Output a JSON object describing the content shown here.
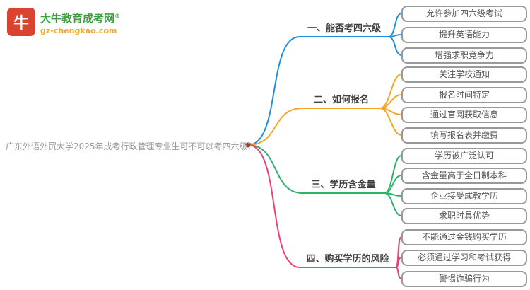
{
  "page": {
    "background": "#ffffff"
  },
  "logo": {
    "icon_label": "牛",
    "icon_color": "#d9432f",
    "brand": "大牛教育成考网",
    "registered_mark": "®",
    "brand_color": "#3aa13e",
    "domain": "gz-chengkao.com",
    "domain_color": "#f5a623"
  },
  "mindmap": {
    "root": "广东外语外贸大学2025年成考行政管理专业生可不可以考四六级？",
    "root_color": "#999999",
    "branches": [
      {
        "label": "一、能否考四六级",
        "color": "#1e8fdd",
        "children": [
          "允许参加四六级考试",
          "提升英语能力",
          "增强求职竞争力"
        ]
      },
      {
        "label": "二、如何报名",
        "color": "#f5a623",
        "children": [
          "关注学校通知",
          "报名时间特定",
          "通过官网获取信息",
          "填写报名表并缴费"
        ]
      },
      {
        "label": "三、学历含金量",
        "color": "#2cb36b",
        "children": [
          "学历被广泛认可",
          "含金量高于全日制本科",
          "企业接受成教学历",
          "求职时具优势"
        ]
      },
      {
        "label": "四、购买学历的风险",
        "color": "#ed3f7a",
        "children": [
          "不能通过金钱购买学历",
          "必须通过学习和考试获得",
          "警惕诈骗行为"
        ]
      }
    ]
  }
}
